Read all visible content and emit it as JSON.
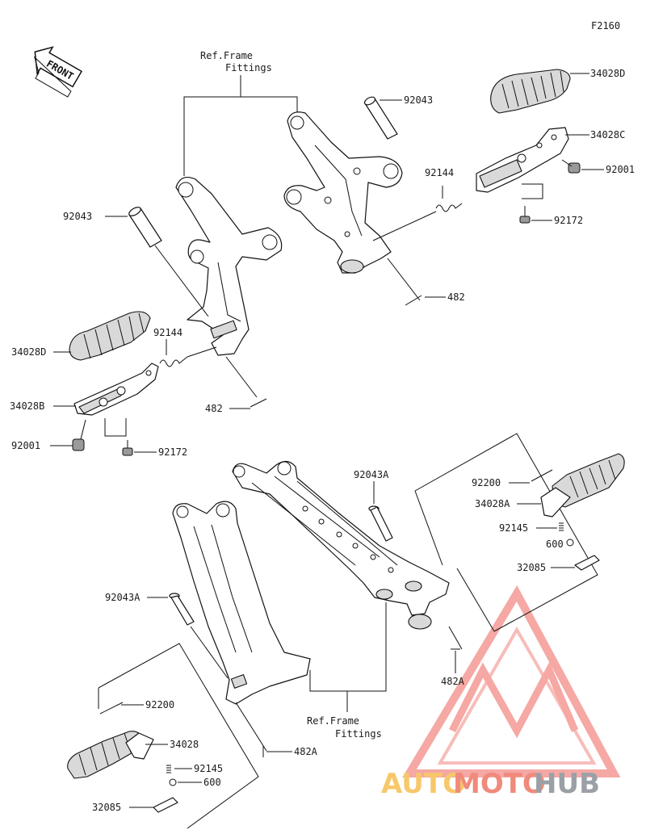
{
  "figure_code": "F2160",
  "front_label": "FRONT",
  "ref_frame_top": [
    "Ref.Frame",
    "Fittings"
  ],
  "ref_frame_bottom": [
    "Ref.Frame",
    "Fittings"
  ],
  "parts": {
    "p34028D_right": "34028D",
    "p34028C": "34028C",
    "p92001_right": "92001",
    "p92172_right": "92172",
    "p92144_right": "92144",
    "p92043_right": "92043",
    "p482_right": "482",
    "p92043_left": "92043",
    "p92144_left": "92144",
    "p34028D_left": "34028D",
    "p34028B": "34028B",
    "p482_left": "482",
    "p92001_left": "92001",
    "p92172_left": "92172",
    "p92043A_top": "92043A",
    "p92200_right": "92200",
    "p34028A": "34028A",
    "p92145_right": "92145",
    "p600_right": "600",
    "p32085_right": "32085",
    "p482A_right": "482A",
    "p92043A_left": "92043A",
    "p92200_left": "92200",
    "p34028": "34028",
    "p92145_left": "92145",
    "p600_left": "600",
    "p32085_left": "32085",
    "p482A_left": "482A"
  },
  "watermark": {
    "part1": "AUTO",
    "part2": "MOTO",
    "part3": "HUB",
    "color_auto": "#f7c86a",
    "color_moto": "#f08a7c",
    "color_hub": "#9aa0a6",
    "logo_color": "#f28b86"
  }
}
